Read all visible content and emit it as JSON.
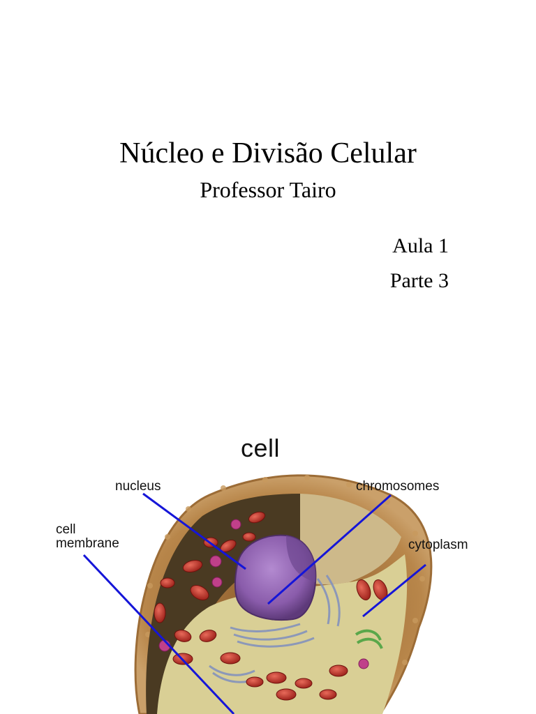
{
  "slide": {
    "title": "Núcleo e Divisão Celular",
    "subtitle": "Professor Tairo",
    "lesson": "Aula 1",
    "part": "Parte 3"
  },
  "figure": {
    "title": "cell",
    "labels": {
      "nucleus": "nucleus",
      "chromosomes": "chromosomes",
      "cell_membrane": "cell\nmembrane",
      "cytoplasm": "cytoplasm"
    },
    "colors": {
      "membrane": "#b8864a",
      "cytoplasm": "#d9cf95",
      "interior": "#4a3a22",
      "nucleus": "#8a5cab",
      "mitochondria": "#c4322a",
      "lysosome": "#c0408a",
      "pointer": "#1515d8"
    }
  }
}
